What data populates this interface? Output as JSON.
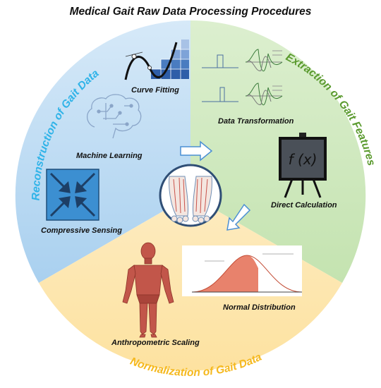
{
  "title": "Medical Gait Raw Data Processing Procedures",
  "sectors": {
    "reconstruction": {
      "label": "Reconstruction of Gait Data",
      "color": "#2fb3e8",
      "methods": [
        "Curve Fitting",
        "Machine Learning",
        "Compressive Sensing"
      ]
    },
    "extraction": {
      "label": "Extraction of Gait Features",
      "color": "#5a9a2e",
      "methods": [
        "Data Transformation",
        "Direct Calculation"
      ]
    },
    "normalization": {
      "label": "Normalization of Gait Data",
      "color": "#f5b81d",
      "methods": [
        "Normal Distribution",
        "Anthropometric Scaling"
      ]
    }
  },
  "formula": "f (x)",
  "icons": {
    "curve_fitting": "curve-fitting-grid-icon",
    "machine_learning": "circuit-brain-icon",
    "compressive_sensing": "compression-arrows-icon",
    "data_transformation": "signal-waveform-icon",
    "direct_calculation": "easel-board-icon",
    "normal_distribution": "bell-curve-icon",
    "anthropometric_scaling": "human-anatomy-icon",
    "center": "feet-anatomy-icon"
  }
}
